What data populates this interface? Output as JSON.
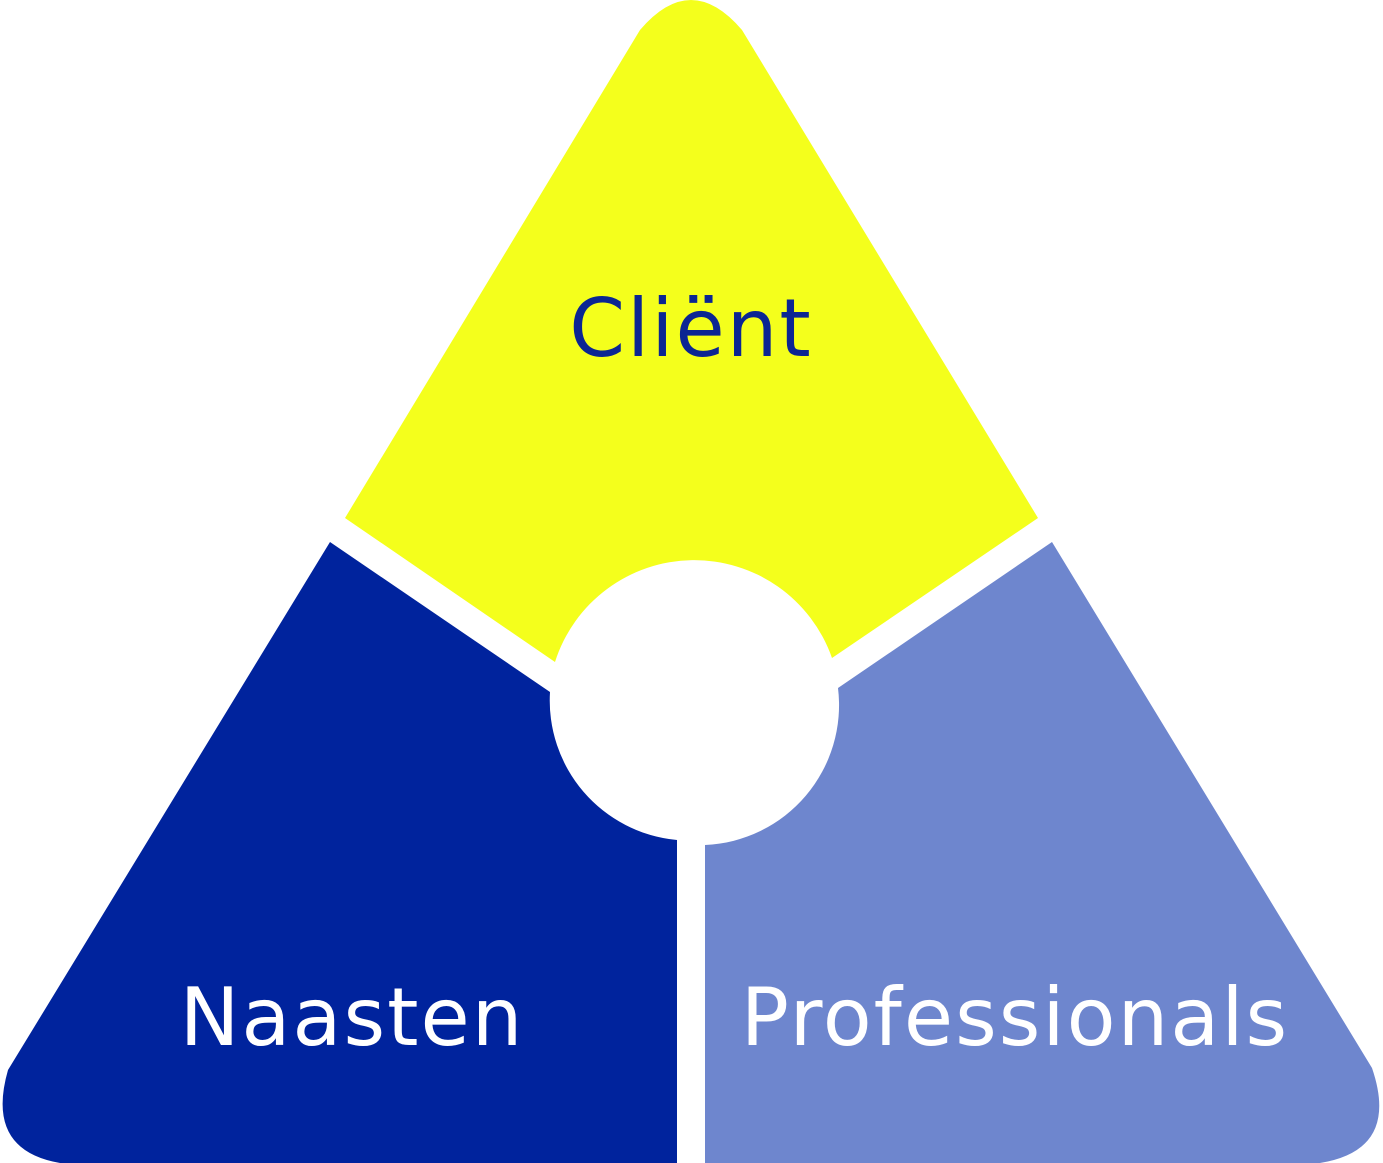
{
  "diagram": {
    "segments": {
      "top": {
        "label": "Cliënt",
        "fill": "#f4ff1c",
        "text_color": "#0b2593"
      },
      "bottom_left": {
        "label": "Naasten",
        "fill": "#00239d",
        "text_color": "#ffffff"
      },
      "bottom_right": {
        "label": "Professionals",
        "fill": "#6e86ce",
        "text_color": "#ffffff"
      }
    },
    "center_fill": "#ffffff",
    "background": "#ffffff"
  }
}
